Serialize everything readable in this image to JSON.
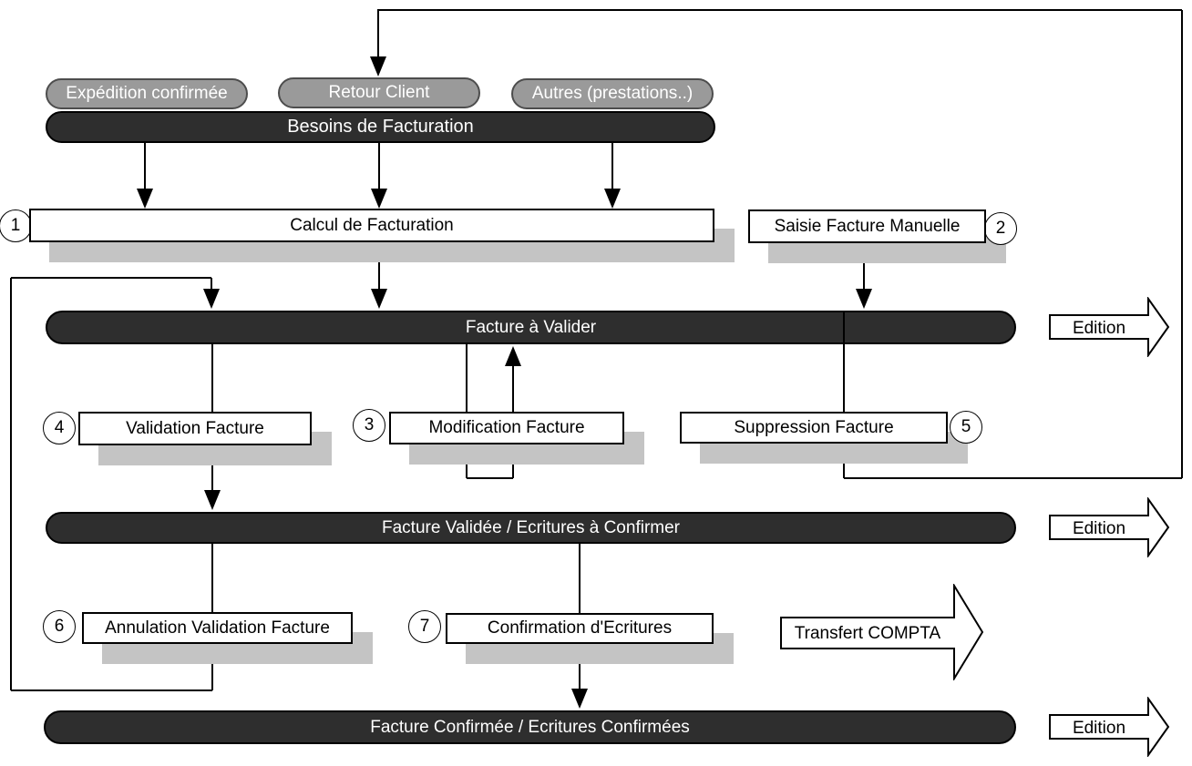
{
  "pills": {
    "expedition": {
      "label": "Expédition confirmée"
    },
    "retour": {
      "label": "Retour Client"
    },
    "autres": {
      "label": "Autres (prestations..)"
    }
  },
  "bars": {
    "besoins": {
      "label": "Besoins de Facturation"
    },
    "a_valider": {
      "label": "Facture à Valider"
    },
    "validee": {
      "label": "Facture Validée / Ecritures à Confirmer"
    },
    "confirmee": {
      "label": "Facture Confirmée / Ecritures Confirmées"
    }
  },
  "processes": {
    "calcul": {
      "num": "1",
      "label": "Calcul de Facturation"
    },
    "saisie": {
      "num": "2",
      "label": "Saisie Facture Manuelle"
    },
    "modification": {
      "num": "3",
      "label": "Modification Facture"
    },
    "validation": {
      "num": "4",
      "label": "Validation Facture"
    },
    "suppression": {
      "num": "5",
      "label": "Suppression Facture"
    },
    "annulation": {
      "num": "6",
      "label": "Annulation Validation Facture"
    },
    "confirmation": {
      "num": "7",
      "label": "Confirmation d'Ecritures"
    }
  },
  "output_arrows": {
    "edition_valider": {
      "label": "Edition"
    },
    "edition_validee": {
      "label": "Edition"
    },
    "edition_confirmee": {
      "label": "Edition"
    },
    "transfert": {
      "label": "Transfert COMPTA"
    }
  },
  "colors": {
    "bar_fill": "#2e2e2e",
    "pill_fill": "#9a9a9a",
    "pill_border": "#4d4d4d",
    "shadow": "#c4c4c4",
    "box_fill": "#ffffff",
    "line": "#000000"
  }
}
